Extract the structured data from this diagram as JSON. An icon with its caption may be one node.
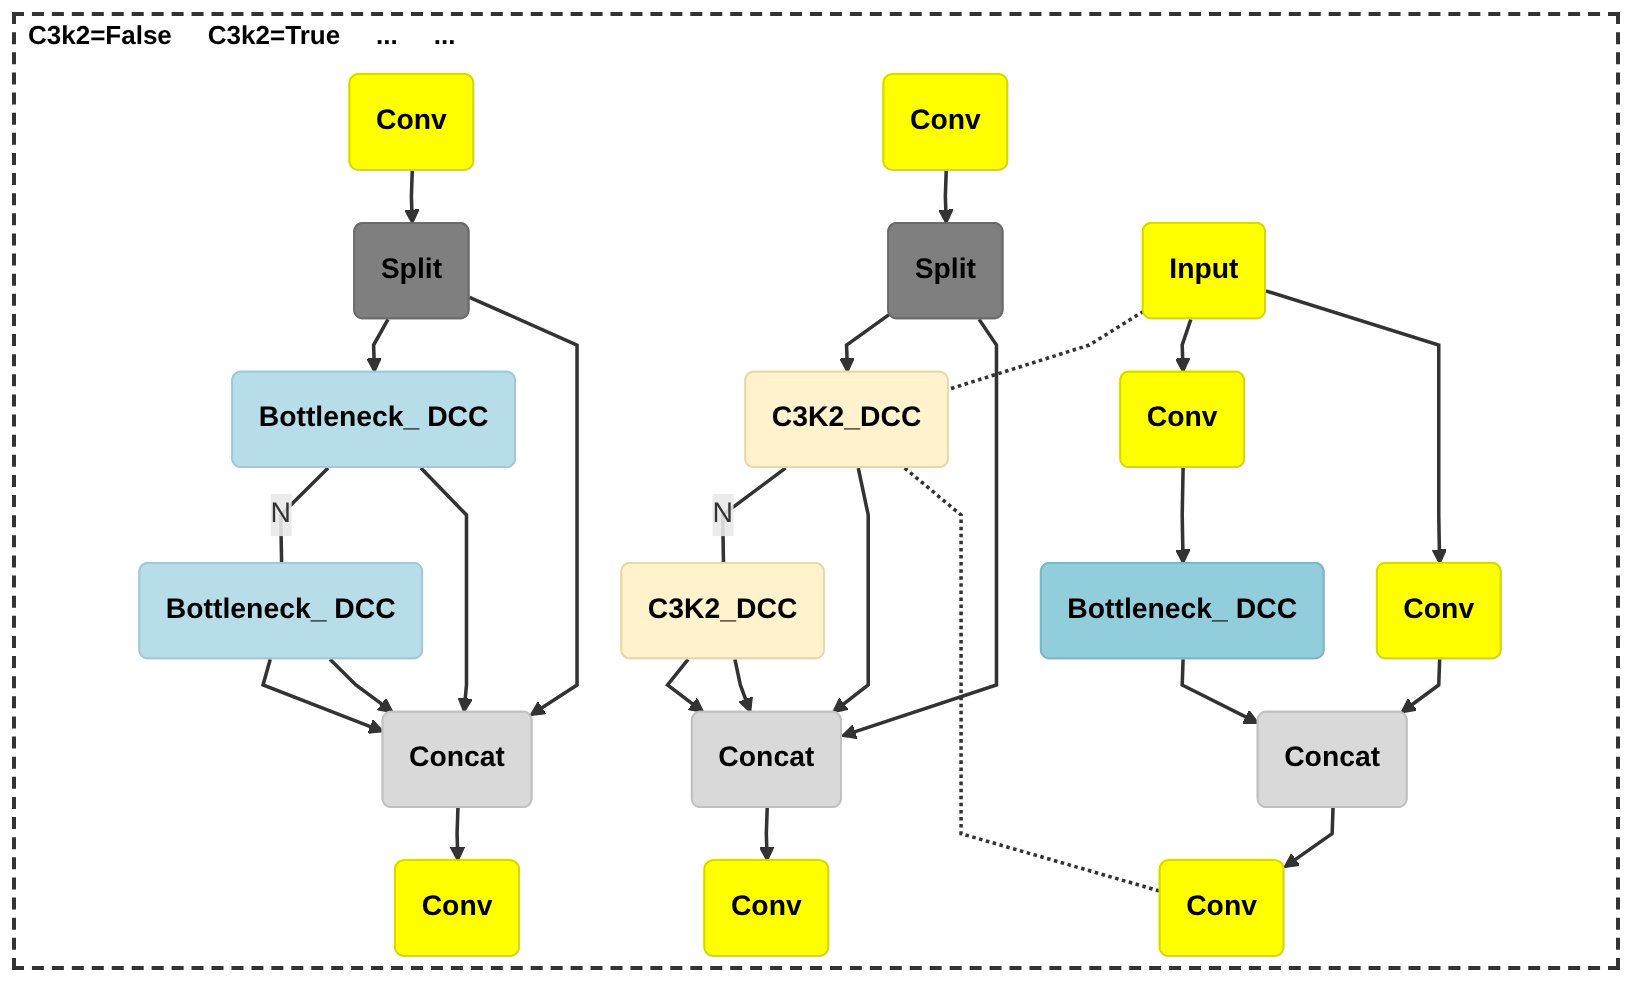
{
  "diagram": {
    "nodes": [
      {
        "text": [
          "Conv"
        ]
      },
      {
        "text": [
          "Split"
        ]
      },
      {
        "text": [
          "Bottleneck_ DCC"
        ]
      },
      {
        "text": [
          "Bottleneck_ DCC"
        ]
      },
      {
        "text": [
          "Concat"
        ]
      },
      {
        "text": [
          "Conv"
        ]
      },
      {
        "text": [
          "Conv"
        ]
      },
      {
        "text": [
          "Split"
        ]
      },
      {
        "text": [
          "C3K2_DCC"
        ]
      },
      {
        "text": [
          "C3K2_DCC"
        ]
      },
      {
        "text": [
          "Concat"
        ]
      },
      {
        "text": [
          "Conv"
        ]
      },
      {
        "text": [
          "Input"
        ]
      },
      {
        "text": [
          "Conv"
        ]
      },
      {
        "text": [
          "Conv"
        ]
      },
      {
        "text": [
          "Bottleneck_ DCC"
        ]
      },
      {
        "text": [
          "Concat"
        ]
      },
      {
        "text": [
          "Conv"
        ]
      }
    ],
    "edges": [
      {
        "from": 0,
        "to": 1,
        "arrow": "to"
      },
      {
        "from": 1,
        "to": 2,
        "arrow": "to"
      },
      {
        "from": 2,
        "to": 3,
        "arrow": "none",
        "label": "N"
      },
      {
        "from": 3,
        "to": 4,
        "arrow": "to"
      },
      {
        "from": 1,
        "to": 4,
        "arrow": "to"
      },
      {
        "from": 2,
        "to": 4,
        "arrow": "to"
      },
      {
        "from": 3,
        "to": 4,
        "arrow": "to"
      },
      {
        "from": 4,
        "to": 5,
        "arrow": "to"
      },
      {
        "from": 6,
        "to": 7,
        "arrow": "to"
      },
      {
        "from": 7,
        "to": 8,
        "arrow": "to"
      },
      {
        "from": 8,
        "to": 9,
        "arrow": "none",
        "label": "N"
      },
      {
        "from": 9,
        "to": 10,
        "arrow": "to"
      },
      {
        "from": 7,
        "to": 10,
        "arrow": "to"
      },
      {
        "from": 8,
        "to": 10,
        "arrow": "to"
      },
      {
        "from": 9,
        "to": 10,
        "arrow": "to"
      },
      {
        "from": 10,
        "to": 11,
        "arrow": "to"
      },
      {
        "from": 8,
        "to": 12,
        "arrow": "none",
        "style": "dashed"
      },
      {
        "from": 8,
        "to": 17,
        "arrow": "none",
        "style": "dashed"
      },
      {
        "from": 12,
        "to": 13,
        "arrow": "to"
      },
      {
        "from": 12,
        "to": 14,
        "arrow": "to"
      },
      {
        "from": 13,
        "to": 15,
        "arrow": "to"
      },
      {
        "from": 15,
        "to": 16,
        "arrow": "to"
      },
      {
        "from": 14,
        "to": 16,
        "arrow": "to"
      },
      {
        "from": 16,
        "to": 17,
        "arrow": "to"
      }
    ],
    "labels": [
      "C3k2=False",
      "C3k2=True",
      "...",
      "..."
    ]
  }
}
